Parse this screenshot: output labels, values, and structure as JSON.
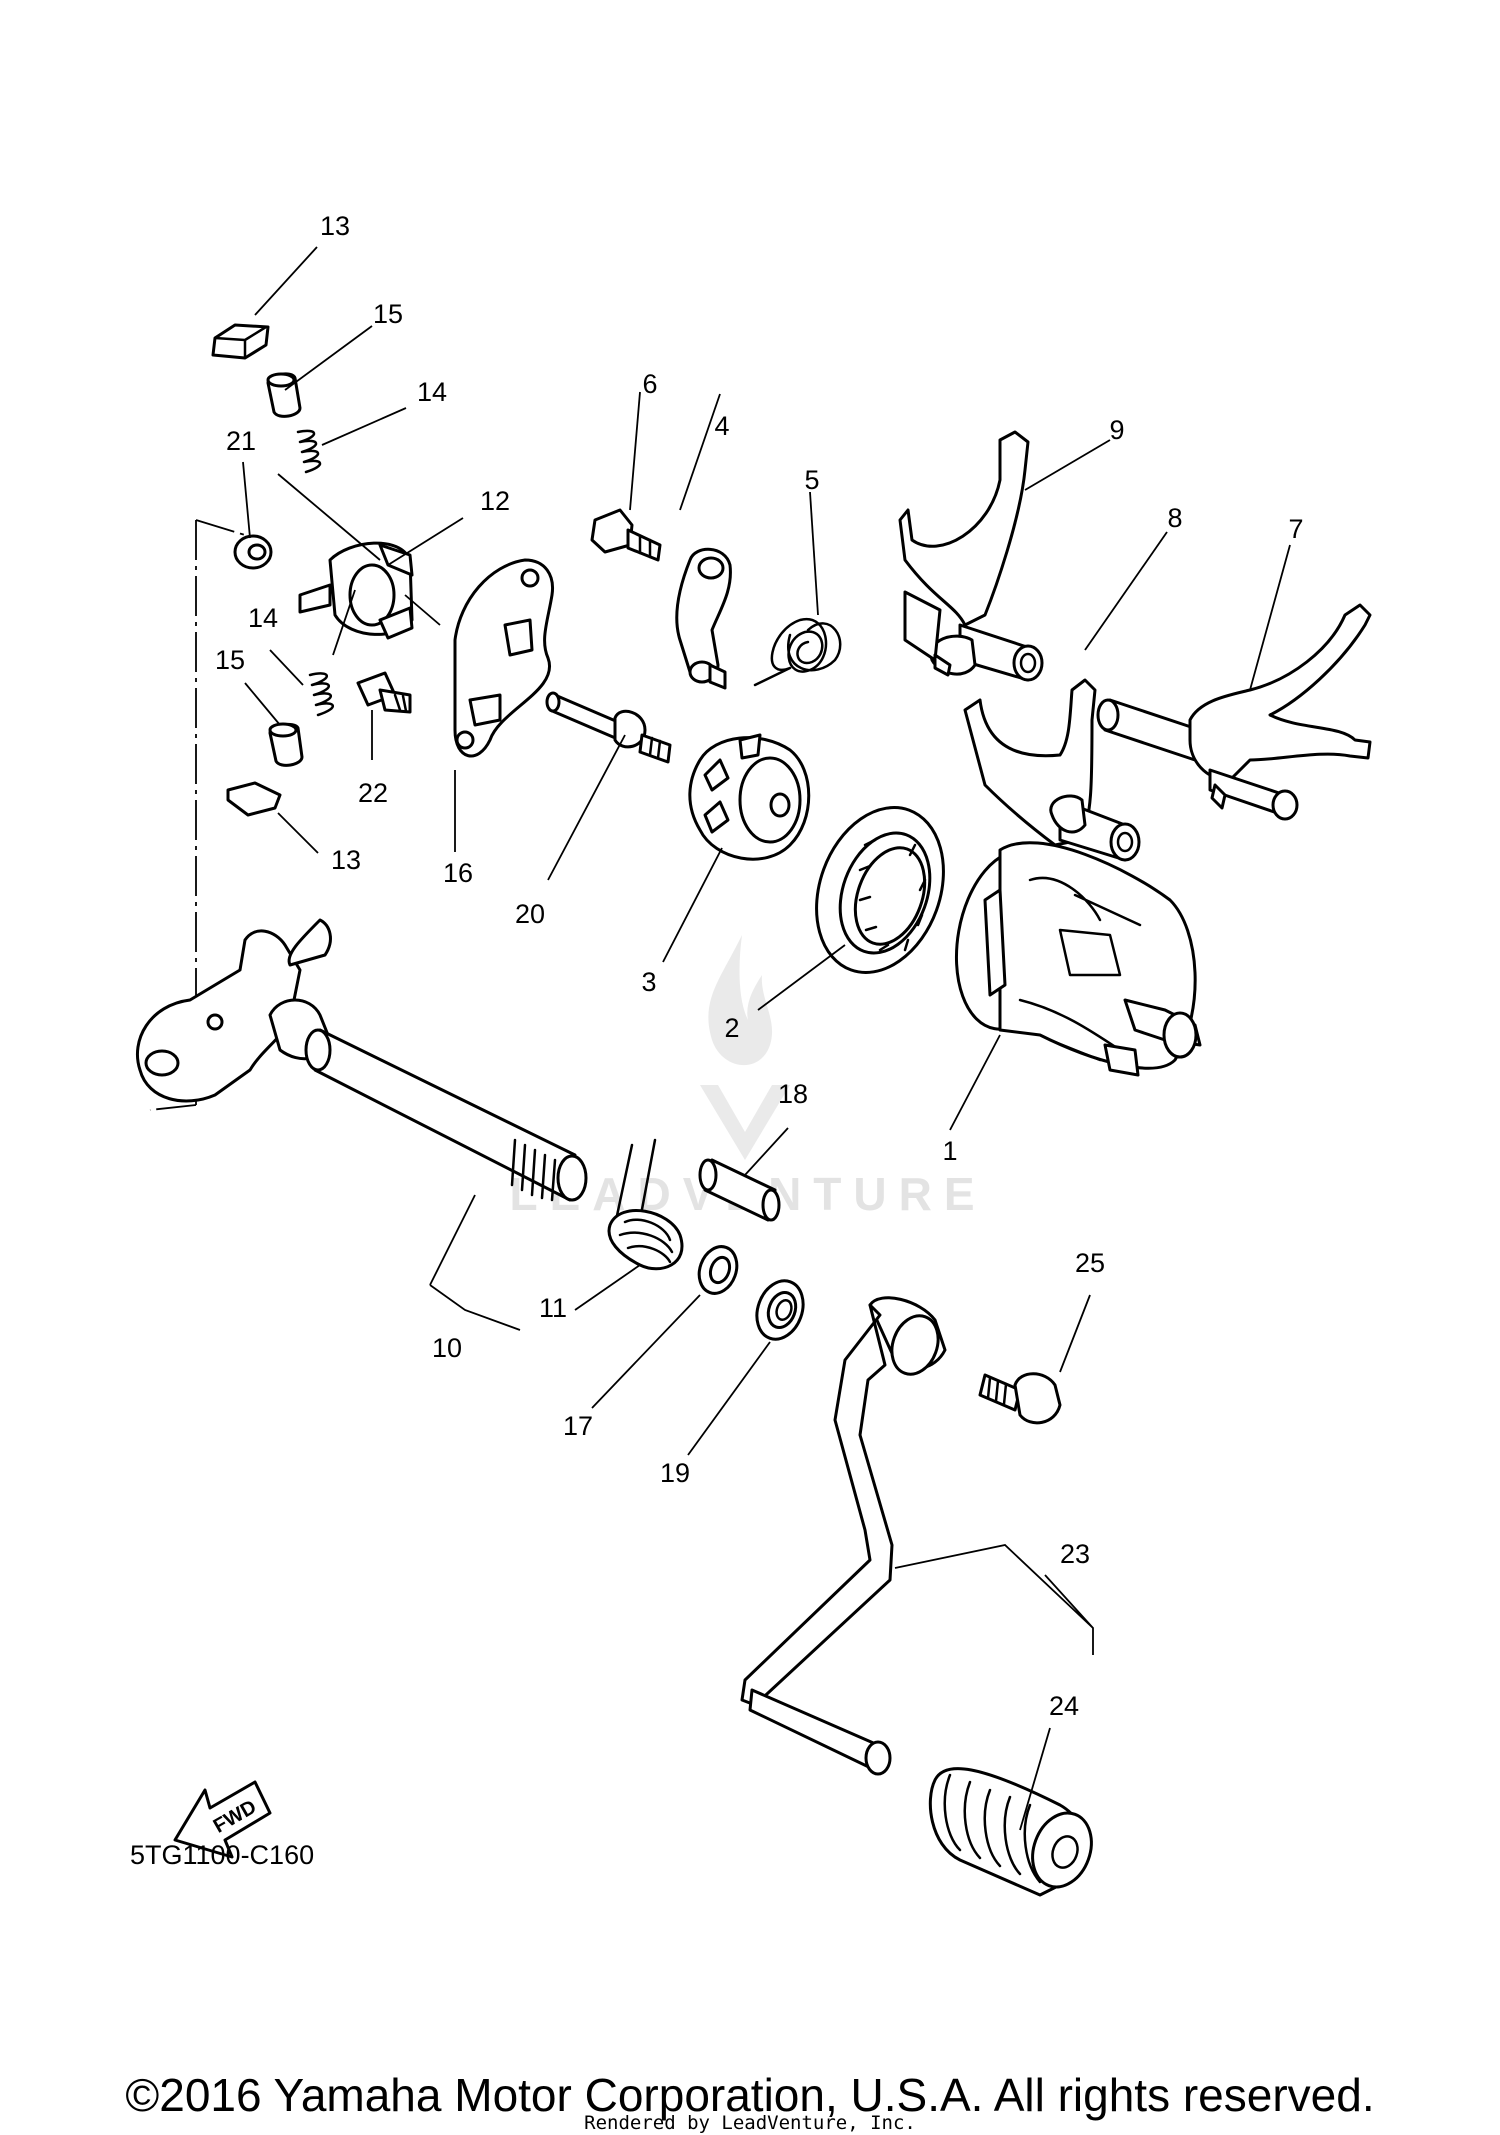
{
  "diagram_code": "5TG1100-C160",
  "direction_marker": "FWD",
  "watermark_text": "LEADVENTURE",
  "copyright": "©2016 Yamaha Motor Corporation, U.S.A. All rights reserved.",
  "rendered_by": "Rendered by LeadVenture, Inc.",
  "callouts": {
    "p1": "1",
    "p2": "2",
    "p3": "3",
    "p4": "4",
    "p5": "5",
    "p6": "6",
    "p7": "7",
    "p8": "8",
    "p9": "9",
    "p10": "10",
    "p11": "11",
    "p12": "12",
    "p13a": "13",
    "p13b": "13",
    "p14a": "14",
    "p14b": "14",
    "p15a": "15",
    "p15b": "15",
    "p16": "16",
    "p17": "17",
    "p18": "18",
    "p19": "19",
    "p20": "20",
    "p21": "21",
    "p22": "22",
    "p23": "23",
    "p24": "24",
    "p25": "25"
  },
  "colors": {
    "line": "#000000",
    "background": "#ffffff",
    "watermark": "#d9d9d9"
  }
}
